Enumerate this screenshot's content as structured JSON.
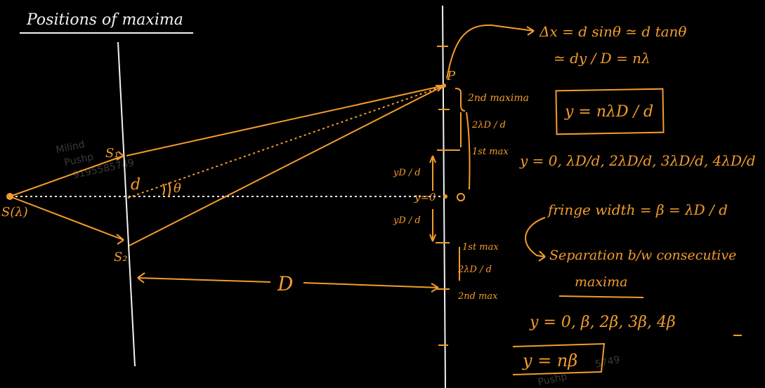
{
  "title": "Positions of maxima",
  "watermark": {
    "line1": "Milind",
    "line2": "Pushp",
    "number": "9195585749",
    "number_short": "5749"
  },
  "diagram": {
    "source_label": "S(λ)",
    "slit1_label": "S₁",
    "slit2_label": "S₂",
    "slit_sep_label": "d",
    "angle_label": "θ",
    "screen_distance_label": "D",
    "point_label": "P",
    "center_label": "y=0",
    "second_maxima_label": "2nd maxima",
    "first_max_label": "1st max",
    "first_max_lower_label": "1st max",
    "second_max_lower_label": "2nd max",
    "spacing_2lambdaD_d": "2λD / d",
    "yD_over_d": "yD / d"
  },
  "equations": {
    "path_diff": "Δx = d sinθ ≃ d tanθ",
    "path_diff_2": "≃ dy / D = nλ",
    "y_formula": "y = nλD / d",
    "y_values": "y = 0, λD/d, 2λD/d, 3λD/d, 4λD/d",
    "fringe_width": "fringe width = β = λD / d",
    "separation_line1": "Separation b/w consecutive",
    "separation_line2": "maxima",
    "y_beta_values": "y = 0, β, 2β, 3β, 4β",
    "final": "y = nβ"
  },
  "colors": {
    "ink": "#f39c2c",
    "chalk": "#f2f2f2",
    "background": "#000000"
  }
}
